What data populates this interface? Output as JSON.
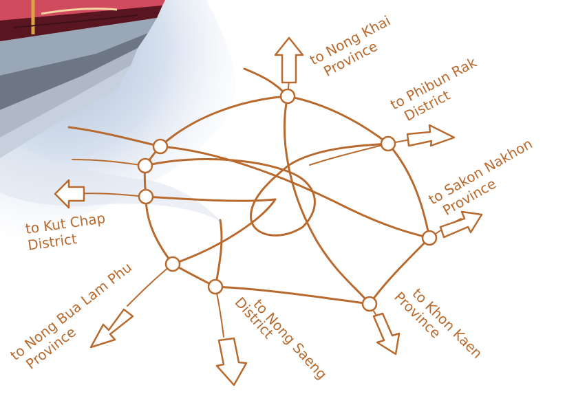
{
  "map": {
    "colors": {
      "road": "#b86a2e",
      "node_fill": "#ffffff",
      "sky_wash": "#c7d4e6"
    },
    "illustration": "hand-drawn road network around a central city with an arrow for each outbound route",
    "labels": {
      "nong_khai": [
        "to Nong Khai",
        "Province"
      ],
      "phibun_rak": [
        "to Phibun Rak",
        "District"
      ],
      "sakon_nakhon": [
        "to Sakon Nakhon",
        "Province"
      ],
      "kut_chap": [
        "to Kut Chap",
        "District"
      ],
      "nong_bua": [
        "to Nong Bua Lam Phu",
        "Province"
      ],
      "nong_saeng": [
        "to Nong Saeng",
        "District"
      ],
      "khon_kaen": [
        "to Khon Kaen",
        "Province"
      ]
    }
  }
}
